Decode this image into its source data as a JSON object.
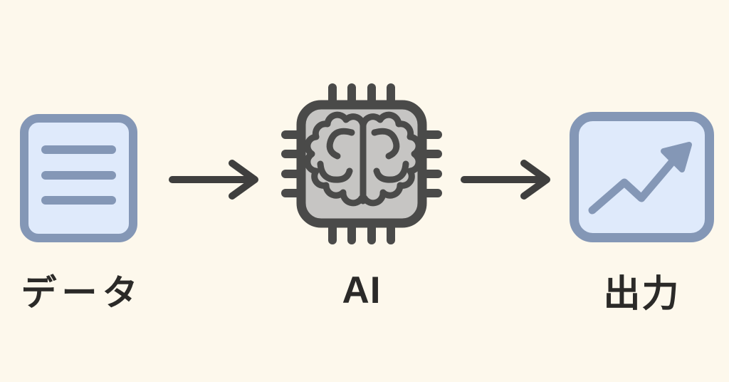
{
  "diagram": {
    "type": "process-flow",
    "flow_direction": "left-to-right",
    "nodes": [
      {
        "id": "data",
        "label": "データ",
        "icon": "document-lines-icon"
      },
      {
        "id": "ai",
        "label": "AI",
        "icon": "ai-chip-brain-icon"
      },
      {
        "id": "output",
        "label": "出力",
        "icon": "line-chart-up-icon"
      }
    ],
    "connectors": [
      {
        "from": "data",
        "to": "ai",
        "type": "arrow-right"
      },
      {
        "from": "ai",
        "to": "output",
        "type": "arrow-right"
      }
    ],
    "colors": {
      "background": "#fdf8ec",
      "blue_stroke": "#8497b6",
      "blue_fill": "#dfeafb",
      "chip_stroke": "#4a4a49",
      "chip_fill": "#c6c5c3",
      "arrow": "#3f3f3e",
      "label_text": "#2b2a28"
    }
  }
}
